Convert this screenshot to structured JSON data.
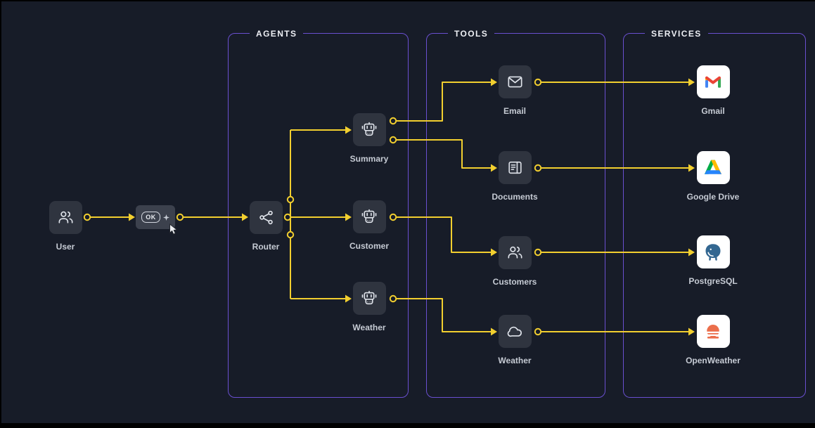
{
  "diagram": {
    "groups": [
      {
        "id": "agents",
        "title": "AGENTS"
      },
      {
        "id": "tools",
        "title": "TOOLS"
      },
      {
        "id": "services",
        "title": "SERVICES"
      }
    ],
    "nodes": {
      "user": {
        "label": "User"
      },
      "approval": {
        "button_text": "OK"
      },
      "router": {
        "label": "Router"
      },
      "agents": [
        {
          "label": "Summary"
        },
        {
          "label": "Customer"
        },
        {
          "label": "Weather"
        }
      ],
      "tools": [
        {
          "label": "Email"
        },
        {
          "label": "Documents"
        },
        {
          "label": "Customers"
        },
        {
          "label": "Weather"
        }
      ],
      "services": [
        {
          "label": "Gmail"
        },
        {
          "label": "Google Drive"
        },
        {
          "label": "PostgreSQL"
        },
        {
          "label": "OpenWeather"
        }
      ]
    },
    "edges": [
      {
        "from": "user",
        "to": "approval"
      },
      {
        "from": "approval",
        "to": "router"
      },
      {
        "from": "router",
        "to": "agent-summary"
      },
      {
        "from": "router",
        "to": "agent-customer"
      },
      {
        "from": "router",
        "to": "agent-weather"
      },
      {
        "from": "agent-summary",
        "to": "tool-email"
      },
      {
        "from": "agent-summary",
        "to": "tool-documents"
      },
      {
        "from": "agent-customer",
        "to": "tool-customers"
      },
      {
        "from": "agent-weather",
        "to": "tool-weather"
      },
      {
        "from": "tool-email",
        "to": "service-gmail"
      },
      {
        "from": "tool-documents",
        "to": "service-google-drive"
      },
      {
        "from": "tool-customers",
        "to": "service-postgresql"
      },
      {
        "from": "tool-weather",
        "to": "service-openweather"
      }
    ],
    "colors": {
      "background": "#171C28",
      "edge": "#F2CF2F",
      "group_border": "#6A4FD0",
      "node_background": "#2F343F"
    }
  }
}
